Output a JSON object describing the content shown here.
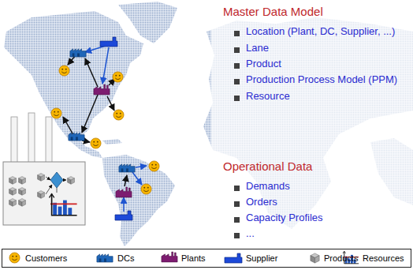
{
  "diagram": {
    "labels": [
      "Master Data Model",
      "Location (Plant, DC, Supplier, ...)",
      "Lane",
      "Product",
      "Production Process Model (PPM)",
      "Resource",
      "Operational Data",
      "Demands",
      "Orders",
      "Capacity Profiles",
      "..."
    ],
    "legend": [
      {
        "text": "Customers"
      },
      {
        "text": "DCs"
      },
      {
        "text": "Plants"
      },
      {
        "text": "Supplier"
      },
      {
        "text": "Products"
      },
      {
        "text": "Resources"
      }
    ]
  }
}
